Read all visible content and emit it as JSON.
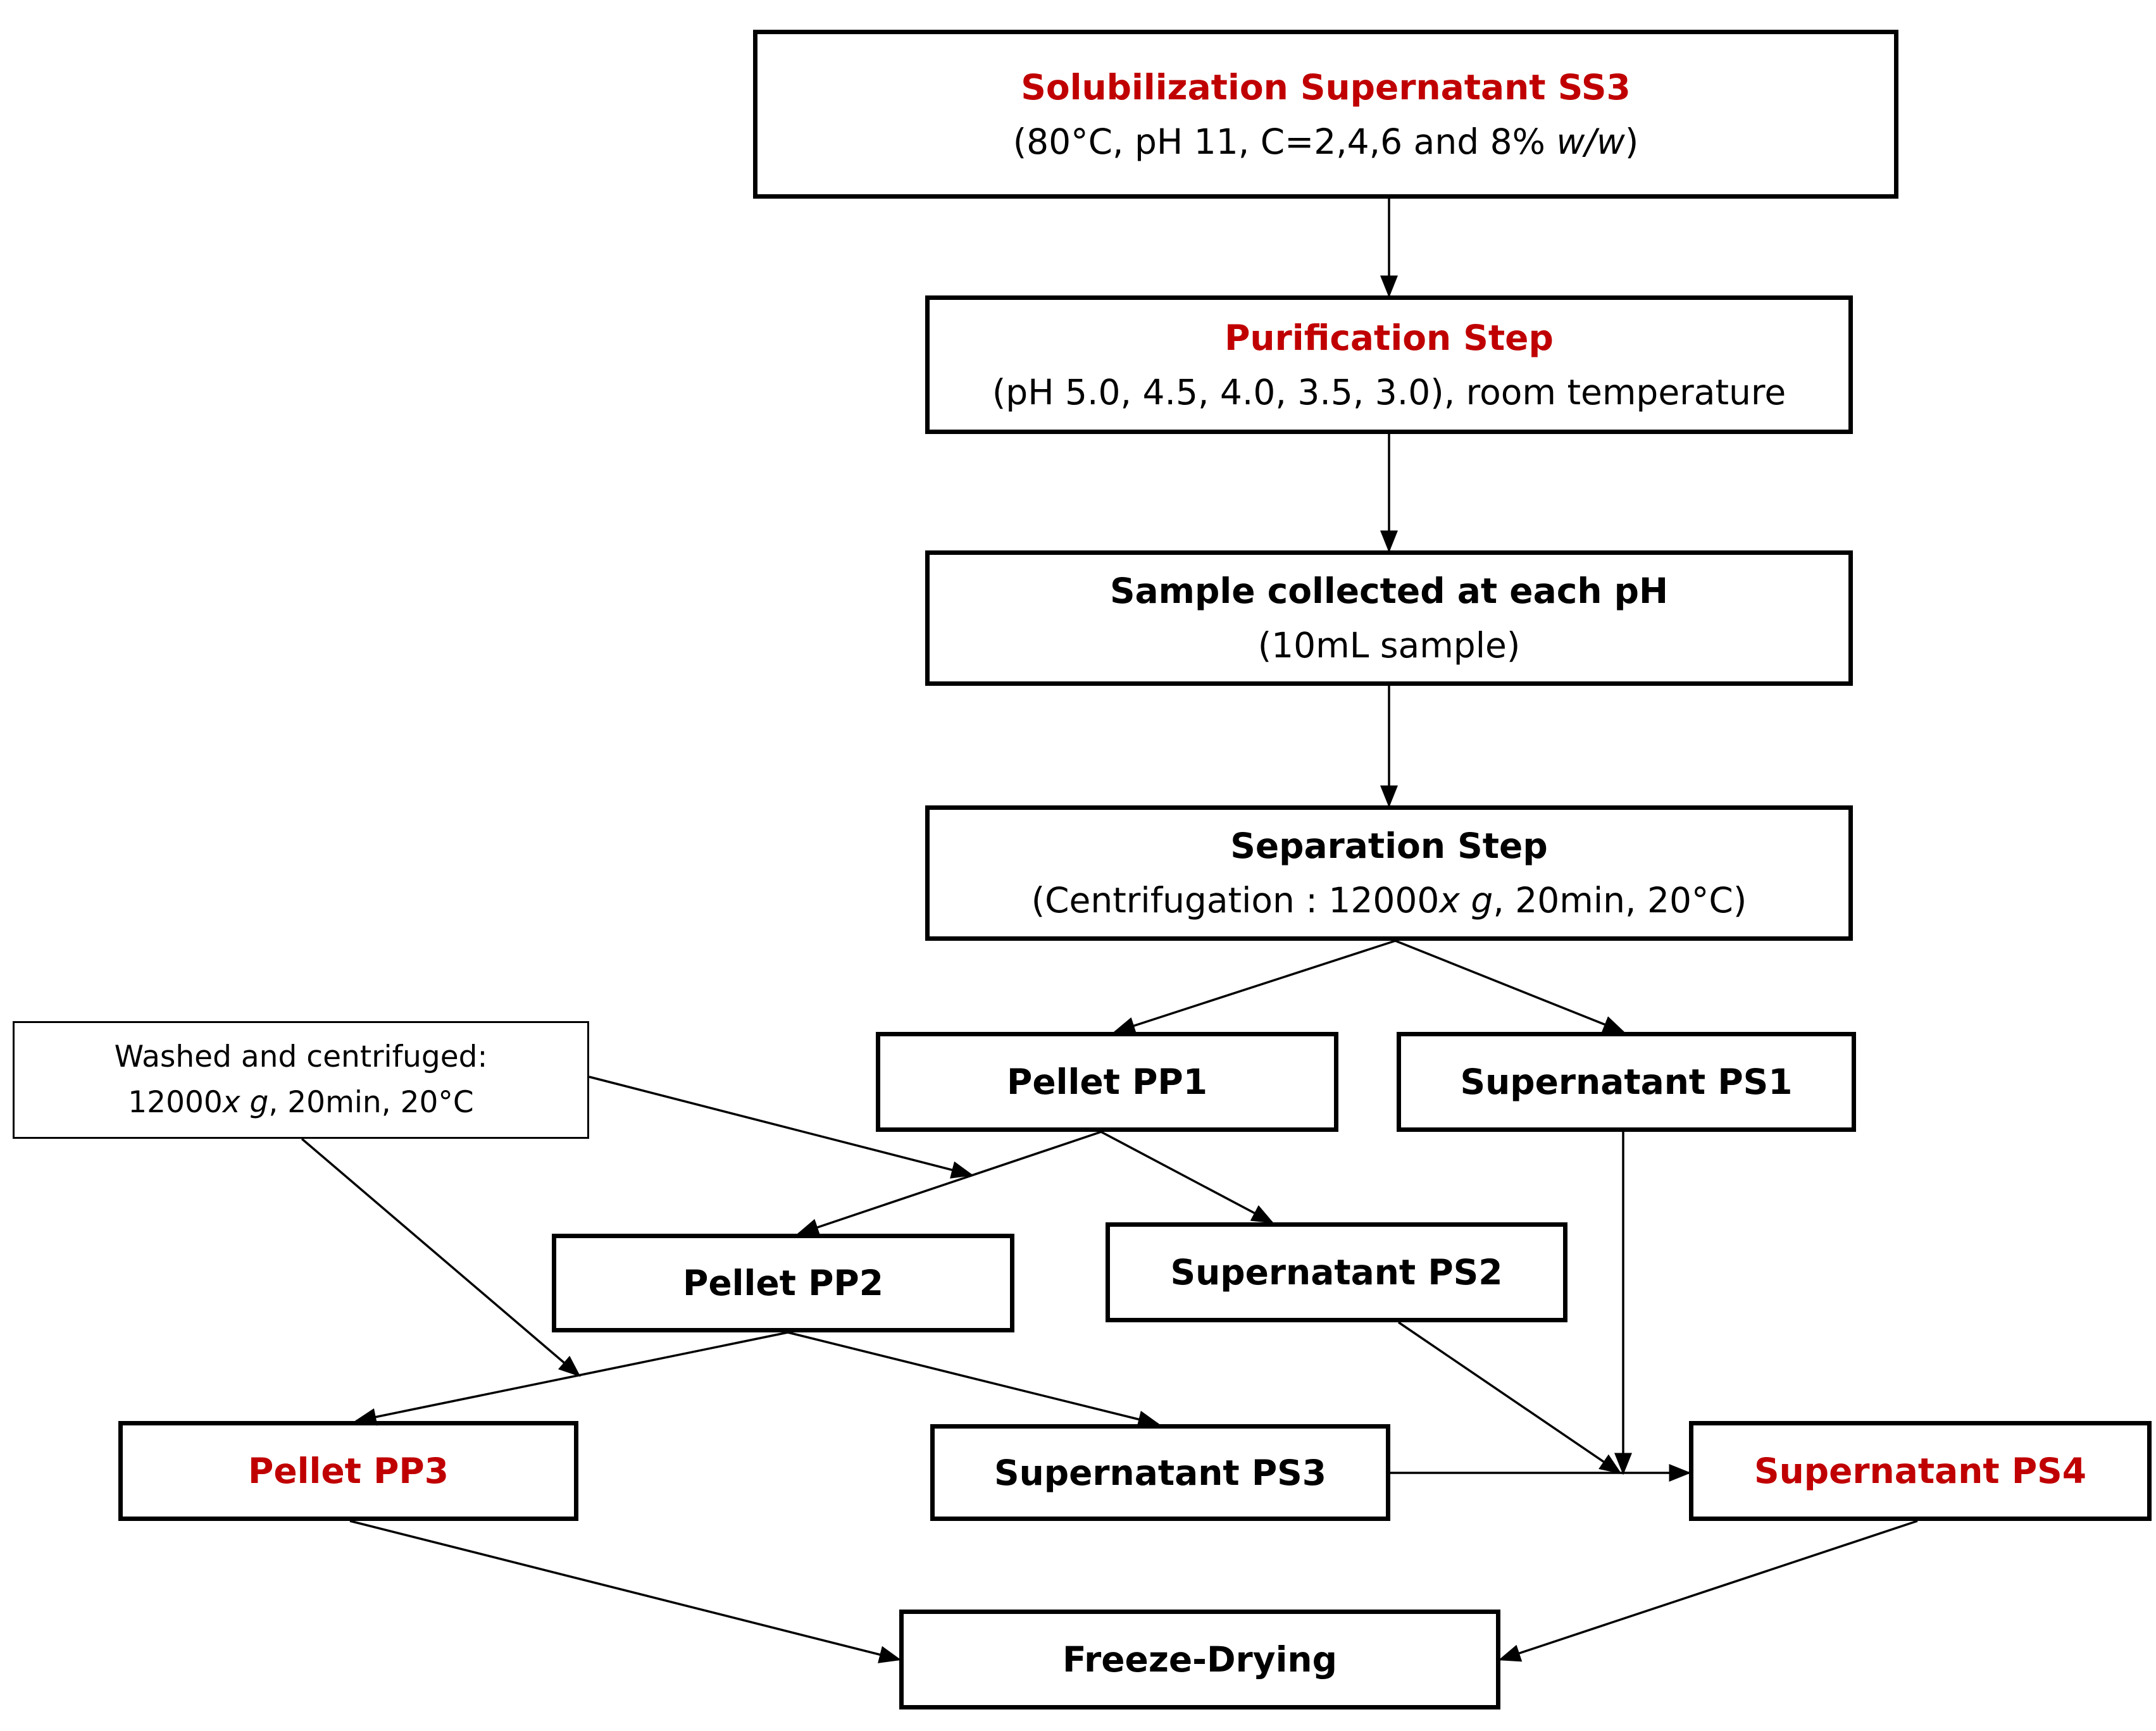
{
  "colors": {
    "highlight": "#c00000",
    "text": "#000000",
    "line": "#000000"
  },
  "nodes": {
    "ss3": {
      "title": "Solubilization Supernatant SS3",
      "sub_pre": "(80°C, pH 11, C=2,4,6 and 8% ",
      "sub_italic": "w/w",
      "sub_post": ")"
    },
    "purification": {
      "title": "Purification Step",
      "sub": "(pH 5.0, 4.5, 4.0, 3.5, 3.0), room temperature"
    },
    "sample": {
      "title": "Sample collected at each pH",
      "sub": "(10mL sample)"
    },
    "separation": {
      "title": "Separation Step",
      "sub_pre": "(Centrifugation : 12000",
      "sub_italic": "x g",
      "sub_post": ", 20min, 20°C)"
    },
    "pp1": {
      "title": "Pellet PP1"
    },
    "ps1": {
      "title": "Supernatant PS1"
    },
    "pp2": {
      "title": "Pellet PP2"
    },
    "ps2": {
      "title": "Supernatant PS2"
    },
    "pp3": {
      "title": "Pellet PP3"
    },
    "ps3": {
      "title": "Supernatant PS3"
    },
    "ps4": {
      "title": "Supernatant PS4"
    },
    "freeze": {
      "title": "Freeze-Drying"
    }
  },
  "wash_note": {
    "line1": "Washed and centrifuged:",
    "line2_pre": "12000",
    "line2_italic": "x g",
    "line2_post": ", 20min, 20°C"
  }
}
